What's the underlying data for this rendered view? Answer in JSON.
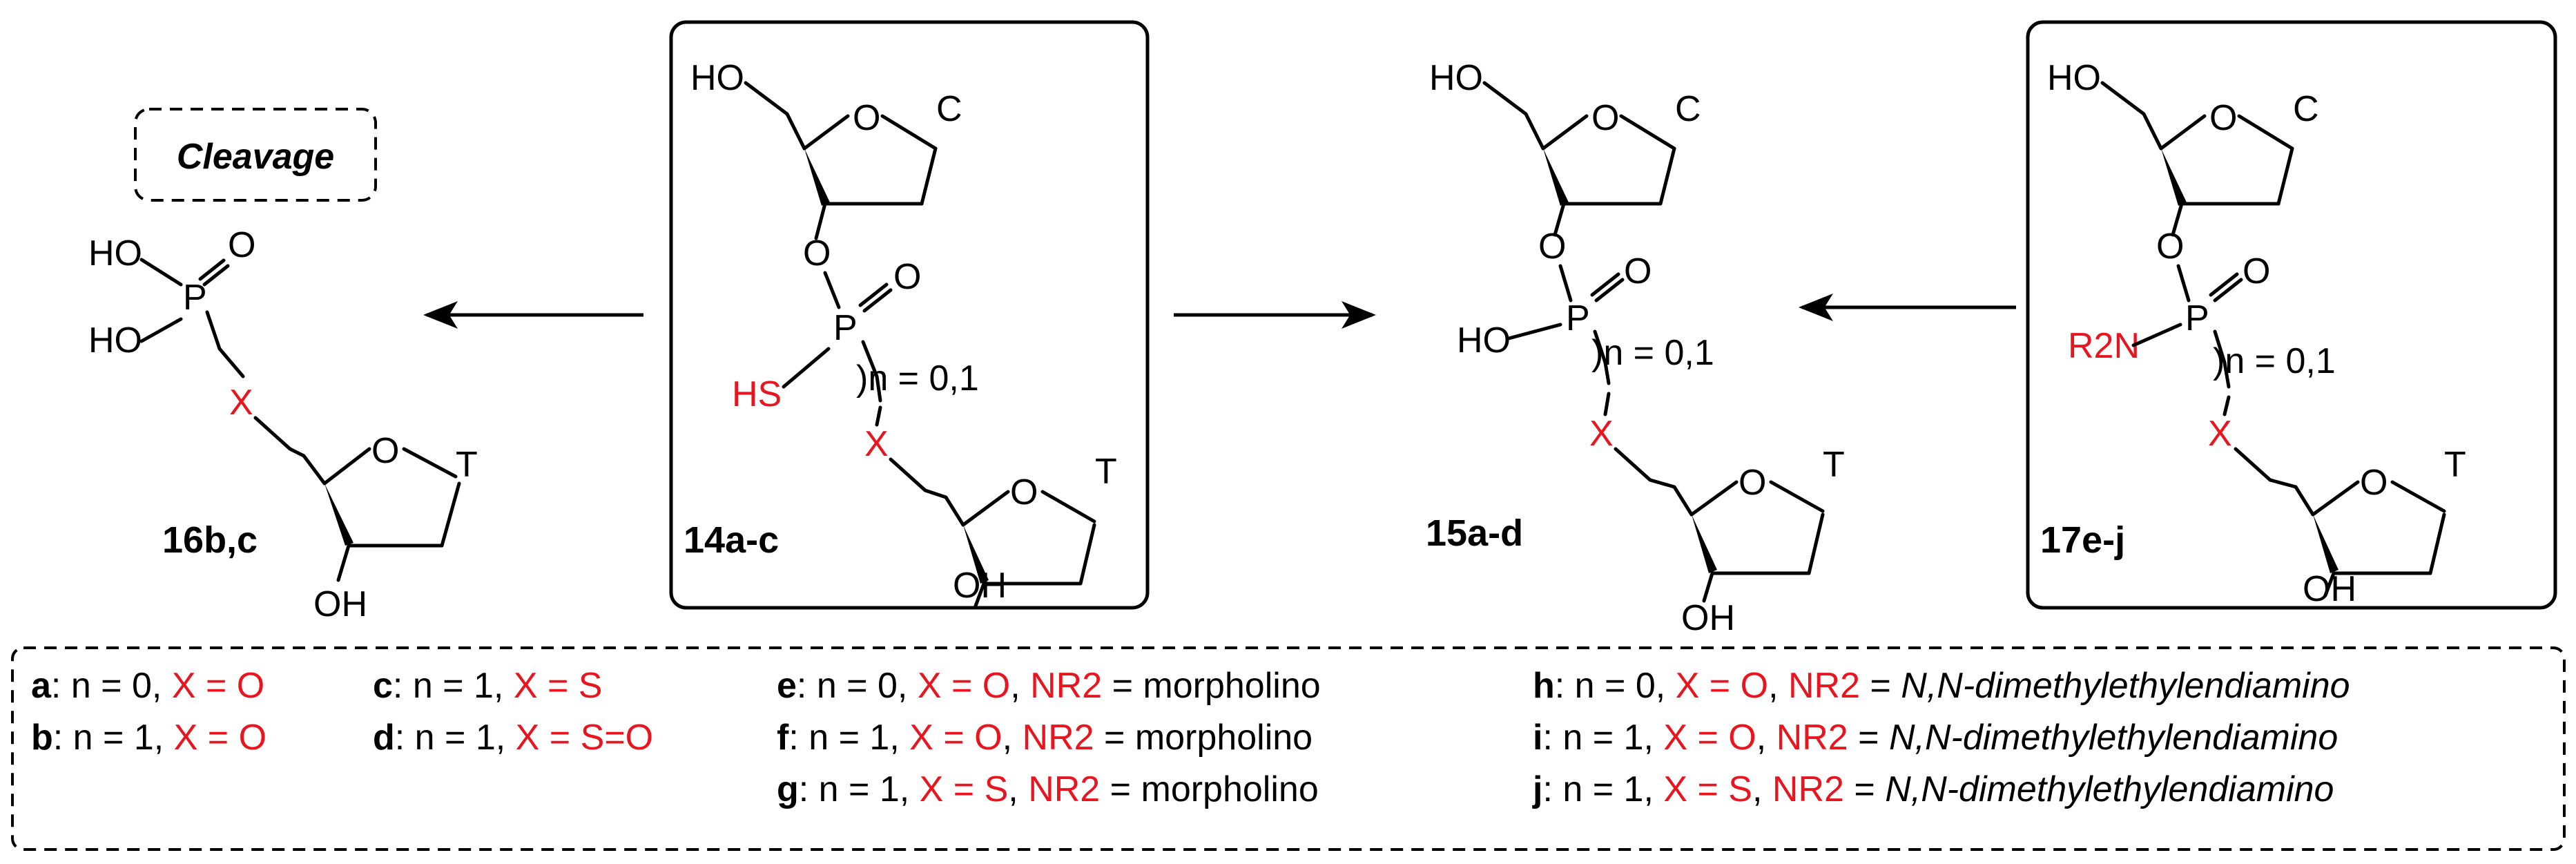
{
  "labels": {
    "HO": "HO",
    "O": "O",
    "C": "C",
    "T": "T",
    "P": "P",
    "OH": "OH",
    "HS": "HS",
    "X": "X",
    "n_range": ")n = 0,1",
    "R2N": "R2N"
  },
  "cleavage": "Cleavage",
  "compounds": {
    "c16": "16b,c",
    "c14": "14a-c",
    "c15": "15a-d",
    "c17": "17e-j"
  },
  "legend": {
    "a": {
      "key": "a",
      "n": ": n = 0, ",
      "x": "X = O"
    },
    "b": {
      "key": "b",
      "n": ": n = 1, ",
      "x": "X = O"
    },
    "c": {
      "key": "c",
      "n": ": n = 1, ",
      "x": "X = S"
    },
    "d": {
      "key": "d",
      "n": ": n = 1, ",
      "x": "X = S=O"
    },
    "e": {
      "key": "e",
      "n": ": n = 0, ",
      "x": "X = O",
      "nr": "NR2",
      "val": " = morpholino"
    },
    "f": {
      "key": "f",
      "n": ":  n = 1, ",
      "x": "X = O",
      "nr": "NR2",
      "val": " = morpholino"
    },
    "g": {
      "key": "g",
      "n": ": n = 1, ",
      "x": "X = S",
      "nr": "NR2",
      "val": " = morpholino"
    },
    "h": {
      "key": "h",
      "n": ": n = 0, ",
      "x": "X = O",
      "nr": "NR2",
      "val1": " = ",
      "val": "N,N-dimethylethylendiamino"
    },
    "i": {
      "key": "i",
      "n": ":  n = 1, ",
      "x": "X = O",
      "nr": "NR2",
      "val1": " = ",
      "val": "N,N-dimethylethylendiamino"
    },
    "j": {
      "key": "j",
      "n": ":  n = 1, ",
      "x": "X = S",
      "nr": "NR2",
      "val1": " = ",
      "val": "N,N-dimethylethylendiamino"
    }
  },
  "colors": {
    "accent": "#e8141e",
    "ink": "#000000"
  }
}
